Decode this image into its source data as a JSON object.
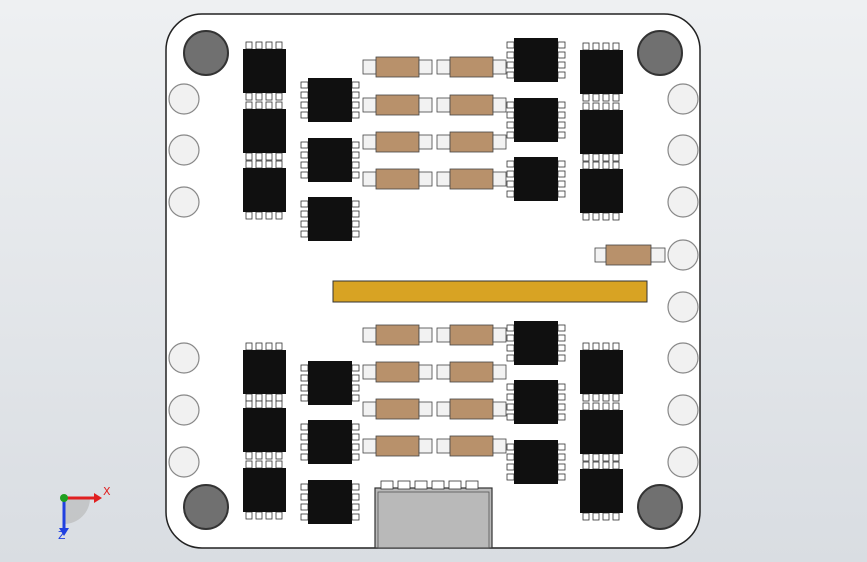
{
  "app": {
    "view": "cad-3d-viewport",
    "colors": {
      "background_top": "#eef0f2",
      "background_bottom": "#d9dde2",
      "board": "#ffffff",
      "board_edge": "#222222",
      "ic_body": "#101010",
      "pin": "#ffffff",
      "resistor_body": "#b8916b",
      "resistor_cap": "#f2f2f2",
      "header_bar": "#d8a323",
      "connector": "#b9b9b9",
      "mount_hole": "#707070",
      "via_hole": "#f1f1f1",
      "axis_x": "#e02020",
      "axis_y": "#20a020",
      "axis_z": "#2040e0"
    }
  },
  "triad": {
    "x_label": "X",
    "z_label": "Z",
    "icon": "coordinate-triad-icon"
  }
}
